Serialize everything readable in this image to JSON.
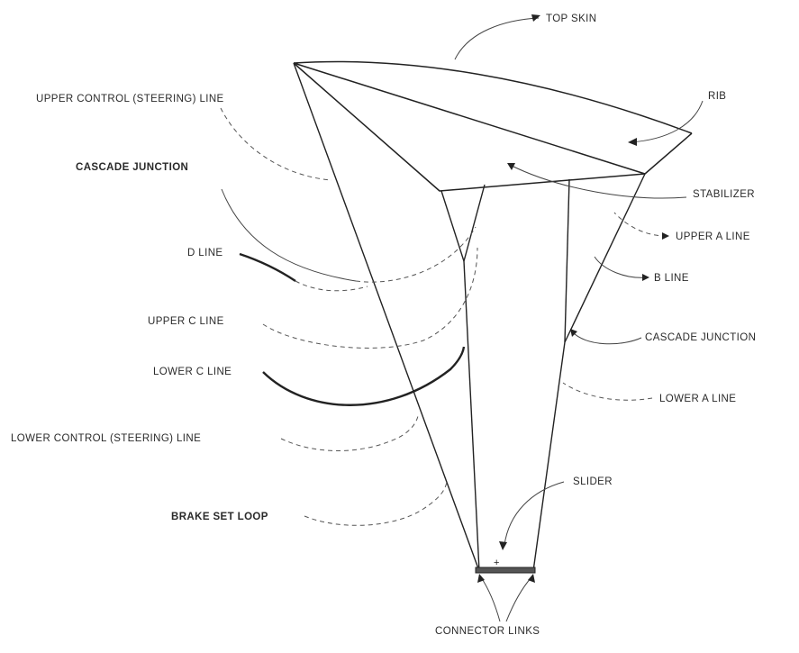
{
  "labels": {
    "top_skin": "TOP SKIN",
    "rib": "RIB",
    "upper_control_line": "UPPER CONTROL (STEERING) LINE",
    "cascade_junction_left": "CASCADE JUNCTION",
    "stabilizer": "STABILIZER",
    "upper_a_line": "UPPER A LINE",
    "d_line": "D LINE",
    "b_line": "B LINE",
    "upper_c_line": "UPPER C LINE",
    "cascade_junction_right": "CASCADE JUNCTION",
    "lower_c_line": "LOWER C LINE",
    "lower_a_line": "LOWER A LINE",
    "lower_control_line": "LOWER CONTROL (STEERING) LINE",
    "slider": "SLIDER",
    "brake_set_loop": "BRAKE SET LOOP",
    "connector_links": "CONNECTOR LINKS"
  }
}
